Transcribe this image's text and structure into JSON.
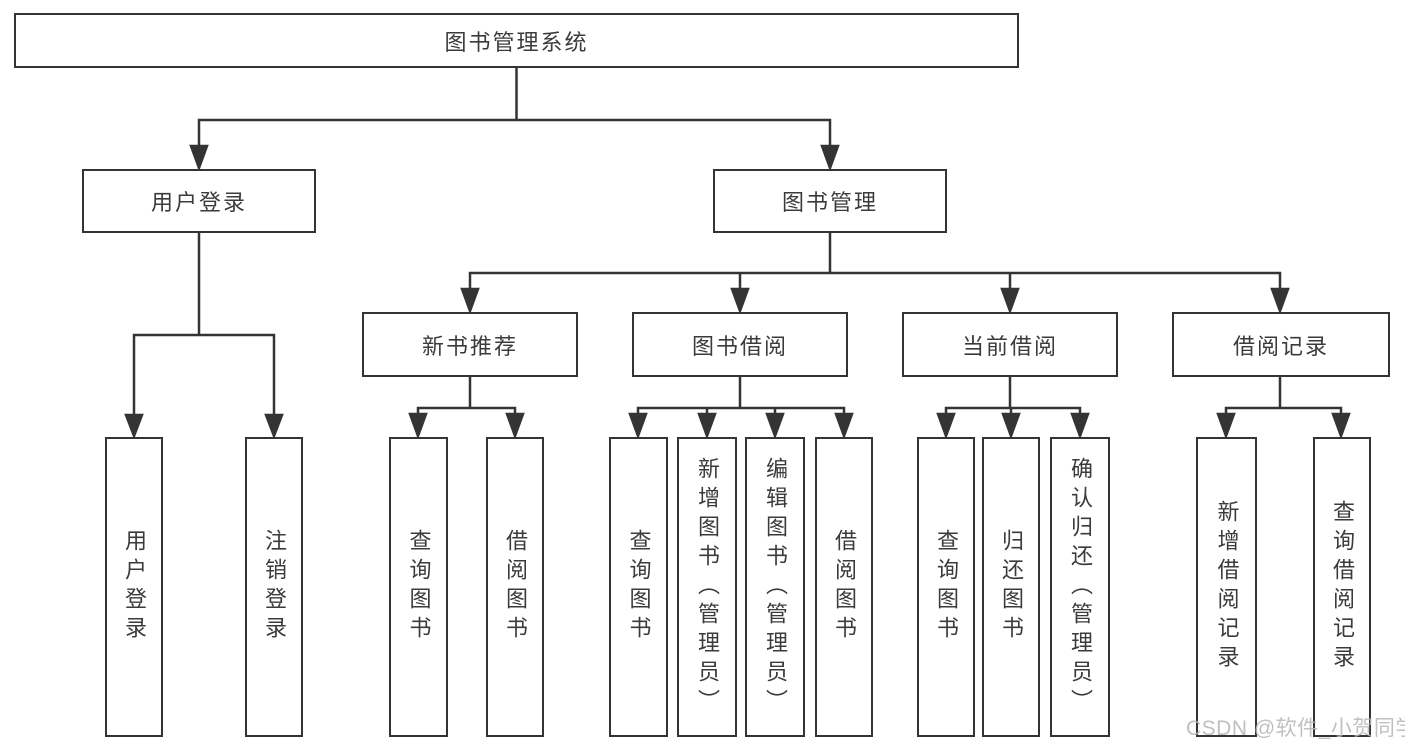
{
  "tree": {
    "root": {
      "label": "图书管理系统"
    },
    "branches": [
      {
        "label": "用户登录",
        "children": [
          {
            "label": "用户登录"
          },
          {
            "label": "注销登录"
          }
        ]
      },
      {
        "label": "图书管理",
        "children": [
          {
            "label": "新书推荐",
            "children": [
              {
                "label": "查询图书"
              },
              {
                "label": "借阅图书"
              }
            ]
          },
          {
            "label": "图书借阅",
            "children": [
              {
                "label": "查询图书"
              },
              {
                "label": "新增图书（管理员）"
              },
              {
                "label": "编辑图书（管理员）"
              },
              {
                "label": "借阅图书"
              }
            ]
          },
          {
            "label": "当前借阅",
            "children": [
              {
                "label": "查询图书"
              },
              {
                "label": "归还图书"
              },
              {
                "label": "确认归还（管理员）"
              }
            ]
          },
          {
            "label": "借阅记录",
            "children": [
              {
                "label": "新增借阅记录"
              },
              {
                "label": "查询借阅记录"
              }
            ]
          }
        ]
      }
    ]
  },
  "watermark": {
    "text": "CSDN @软件_小贺同学",
    "color": "#b6b6b6"
  },
  "colors": {
    "line": "#343434",
    "box_border": "#343434",
    "text": "#3b3b3b",
    "watermark": "#b6b6b6",
    "background": "#ffffff"
  }
}
